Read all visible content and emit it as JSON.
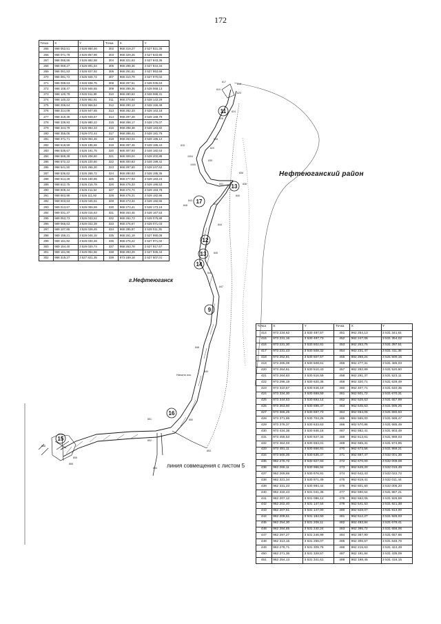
{
  "page": {
    "number": "172"
  },
  "labels": {
    "district": "Нефтеюганский район",
    "city": "г.Нефтеюганск",
    "combination_line": "линия совмещения с листом 5",
    "note": "Начало ось"
  },
  "table_headers": {
    "point": "Точка",
    "x": "X",
    "y": "Y"
  },
  "table_left": {
    "rows": [
      [
        "265",
        "968 052,51",
        "3 526 860,46",
        "302",
        "968 319,27",
        "3 527 821,35"
      ],
      [
        "266",
        "968 071,78",
        "3 526 867,98",
        "303",
        "968 329,25",
        "3 527 833,95"
      ],
      [
        "267",
        "968 065,56",
        "3 526 882,58",
        "304",
        "968 321,63",
        "3 527 843,36"
      ],
      [
        "268",
        "968 069,27",
        "3 526 891,54",
        "305",
        "968 298,36",
        "3 527 844,34"
      ],
      [
        "269",
        "968 051,53",
        "3 526 927,92",
        "306",
        "968 291,61",
        "3 527 863,69"
      ],
      [
        "270",
        "968 081,72",
        "3 526 926,72",
        "307",
        "968 310,79",
        "3 527 970,02"
      ],
      [
        "271",
        "968 099,63",
        "3 526 938,75",
        "308",
        "968 297,51",
        "3 528 036,63"
      ],
      [
        "272",
        "968 108,47",
        "3 526 946,65",
        "309",
        "968 289,36",
        "3 528 068,13"
      ],
      [
        "273",
        "968 120,79",
        "3 526 911,99",
        "310",
        "968 280,63",
        "3 528 088,31"
      ],
      [
        "274",
        "968 140,22",
        "3 526 951,61",
        "311",
        "968 274,84",
        "3 528 143,29"
      ],
      [
        "275",
        "968 206,64",
        "3 526 966,54",
        "312",
        "968 290,13",
        "3 528 156,48"
      ],
      [
        "276",
        "968 314,09",
        "3 526 947,65",
        "313",
        "968 282,33",
        "3 528 163,18"
      ],
      [
        "277",
        "968 319,36",
        "3 526 949,67",
        "314",
        "968 297,28",
        "3 528 168,79"
      ],
      [
        "278",
        "968 339,93",
        "3 526 980,22",
        "315",
        "968 298,17",
        "3 528 176,07"
      ],
      [
        "279",
        "968 344,79",
        "3 526 994,33",
        "316",
        "968 298,38",
        "3 528 183,82"
      ],
      [
        "280",
        "968 355,05",
        "3 526 072,44",
        "317",
        "968 288,41",
        "3 528 181,76"
      ],
      [
        "281",
        "968 371,71",
        "3 526 064,46",
        "318",
        "968 263,04",
        "3 528 186,12"
      ],
      [
        "282",
        "968 518,59",
        "3 526 185,65",
        "319",
        "968 287,46",
        "3 528 186,44"
      ],
      [
        "283",
        "968 535,67",
        "3 526 191,75",
        "320",
        "968 307,93",
        "3 528 182,63"
      ],
      [
        "284",
        "968 569,39",
        "3 526 208,60",
        "321",
        "968 309,04",
        "3 528 202,88"
      ],
      [
        "285",
        "968 572,22",
        "3 526 220,60",
        "322",
        "968 300,83",
        "3 528 199,42"
      ],
      [
        "286",
        "968 541,50",
        "3 526 266,30",
        "323",
        "968 287,60",
        "3 528 247,62"
      ],
      [
        "287",
        "968 536,62",
        "3 526 268,72",
        "324",
        "968 280,63",
        "3 528 195,35"
      ],
      [
        "288",
        "968 614,29",
        "3 526 230,95",
        "325",
        "968 277,93",
        "3 528 183,24"
      ],
      [
        "289",
        "968 612,75",
        "3 526 216,78",
        "326",
        "968 275,33",
        "3 528 186,53"
      ],
      [
        "290",
        "968 609,44",
        "3 526 211,54",
        "327",
        "968 274,74",
        "3 528 183,78"
      ],
      [
        "291",
        "968 563,98",
        "3 526 111,92",
        "328",
        "968 275,31",
        "3 528 182,96"
      ],
      [
        "292",
        "969 003,63",
        "3 526 045,51",
        "329",
        "968 273,34",
        "3 528 182,65"
      ],
      [
        "293",
        "969 013,67",
        "3 526 059,69",
        "330",
        "968 273,41",
        "3 528 173,19"
      ],
      [
        "294",
        "969 031,37",
        "3 526 016,63",
        "331",
        "968 263,45",
        "3 528 167,53"
      ],
      [
        "295",
        "969 053,73",
        "3 526 033,52",
        "332",
        "968 262,73",
        "3 528 076,88"
      ],
      [
        "296",
        "969 066,63",
        "3 526 022,39",
        "333",
        "968 276,67",
        "3 528 071,03"
      ],
      [
        "297",
        "969 107,85",
        "3 526 026,45",
        "334",
        "968 285,97",
        "3 528 011,35"
      ],
      [
        "298",
        "969 159,21",
        "3 526 046,16",
        "335",
        "968 261,19",
        "3 527 990,09"
      ],
      [
        "299",
        "969 161,92",
        "3 526 030,48",
        "336",
        "968 275,22",
        "3 527 971,02"
      ],
      [
        "300",
        "969 154,40",
        "3 526 020,74",
        "337",
        "968 263,78",
        "3 527 917,67"
      ],
      [
        "301",
        "969 161,96",
        "3 526 054,56",
        "338",
        "968 293,29",
        "3 527 936,43"
      ],
      [
        "302",
        "968 319,27",
        "3 527 821,35",
        "339",
        "973 189,18",
        "3 527 607,01"
      ]
    ]
  },
  "table_right": {
    "rows": [
      [
        "414",
        "973 234,62",
        "3 530 487,57",
        "451",
        "962 254,13",
        "3 531 341,61"
      ],
      [
        "415",
        "973 231,16",
        "3 530 497,73",
        "452",
        "962 247,06",
        "3 531 354,02"
      ],
      [
        "416",
        "973 231,30",
        "3 530 502,81",
        "453",
        "962 263,75",
        "3 531 397,51"
      ],
      [
        "417",
        "973 231,43",
        "3 530 508,32",
        "454",
        "962 231,47",
        "3 531 411,36"
      ],
      [
        "418",
        "973 262,81",
        "3 530 507,57",
        "455",
        "962 268,24",
        "3 531 500,15"
      ],
      [
        "419",
        "973 265,08",
        "3 530 508,61",
        "456",
        "962 277,31",
        "3 531 485,03"
      ],
      [
        "420",
        "973 264,61",
        "3 530 510,43",
        "457",
        "962 282,89",
        "3 531 520,60"
      ],
      [
        "421",
        "973 264,83",
        "3 530 516,59",
        "458",
        "962 291,37",
        "3 531 523,11"
      ],
      [
        "422",
        "973 296,19",
        "3 530 620,35",
        "459",
        "962 320,71",
        "3 531 628,49"
      ],
      [
        "423",
        "973 310,57",
        "3 530 646,19",
        "460",
        "962 407,71",
        "3 531 640,35"
      ],
      [
        "424",
        "973 334,30",
        "3 530 659,59",
        "461",
        "962 501,72",
        "3 531 670,31"
      ],
      [
        "425",
        "973 344,53",
        "3 530 694,14",
        "462",
        "962 525,63",
        "3 531 657,99"
      ],
      [
        "426",
        "973 363,60",
        "3 530 698,47",
        "463",
        "962 545,53",
        "3 531 695,25"
      ],
      [
        "427",
        "973 366,25",
        "3 530 697,73",
        "464",
        "962 554,06",
        "3 531 660,63"
      ],
      [
        "428",
        "973 371,96",
        "3 530 704,26",
        "465",
        "962 565,00",
        "3 531 688,47"
      ],
      [
        "429",
        "973 378,37",
        "3 530 633,63",
        "466",
        "962 570,86",
        "3 531 685,49"
      ],
      [
        "430",
        "973 434,38",
        "3 530 846,18",
        "467",
        "962 582,41",
        "3 531 903,49"
      ],
      [
        "431",
        "973 456,53",
        "3 530 847,34",
        "468",
        "962 613,61",
        "3 531 989,03"
      ],
      [
        "432",
        "973 464,03",
        "3 530 653,01",
        "469",
        "962 665,31",
        "3 531 974,95"
      ],
      [
        "433",
        "973 491,11",
        "3 530 656,91",
        "470",
        "962 673,56",
        "3 531 959,21"
      ],
      [
        "434",
        "973 565,06",
        "3 530 636,47",
        "471",
        "962 687,47",
        "3 532 001,35"
      ],
      [
        "435",
        "962 276,72",
        "3 530 927,93",
        "472",
        "962 670,00",
        "3 532 009,08"
      ],
      [
        "436",
        "962 266,11",
        "3 530 966,94",
        "473",
        "962 649,20",
        "3 532 016,48"
      ],
      [
        "437",
        "962 269,66",
        "3 530 976,91",
        "474",
        "962 642,43",
        "3 532 022,72"
      ],
      [
        "438",
        "962 321,34",
        "3 530 971,49",
        "475",
        "962 619,41",
        "3 532 011,44"
      ],
      [
        "439",
        "962 331,23",
        "3 530 994,44",
        "476",
        "962 601,60",
        "3 532 005,20"
      ],
      [
        "440",
        "962 318,43",
        "3 531 041,35",
        "477",
        "962 590,54",
        "3 531 987,21"
      ],
      [
        "441",
        "962 207,12",
        "3 531 086,12",
        "478",
        "962 552,06",
        "3 531 926,59"
      ],
      [
        "442",
        "962 202,40",
        "3 531 147,54",
        "479",
        "962 541,53",
        "3 531 921,38"
      ],
      [
        "443",
        "962 207,51",
        "3 531 147,00",
        "480",
        "962 528,07",
        "3 531 913,00"
      ],
      [
        "444",
        "962 209,61",
        "3 531 184,50",
        "481",
        "962 512,27",
        "3 531 926,03"
      ],
      [
        "445",
        "962 254,30",
        "3 531 209,11",
        "482",
        "962 483,84",
        "3 531 679,41"
      ],
      [
        "446",
        "962 284,85",
        "3 531 240,24",
        "483",
        "962 395,72",
        "3 531 656,06"
      ],
      [
        "447",
        "962 297,27",
        "3 531 246,99",
        "484",
        "962 367,90",
        "3 531 657,66"
      ],
      [
        "448",
        "962 313,15",
        "3 531 256,07",
        "485",
        "962 306,57",
        "3 531 648,76"
      ],
      [
        "449",
        "962 278,71",
        "3 531 309,76",
        "486",
        "962 215,63",
        "3 531 424,49"
      ],
      [
        "450",
        "962 271,36",
        "3 531 328,57",
        "487",
        "962 191,84",
        "3 531 435,09"
      ],
      [
        "451",
        "962 254,13",
        "3 531 341,61",
        "488",
        "962 198,45",
        "3 531 416,15"
      ]
    ]
  },
  "map": {
    "circle_markers": [
      "11",
      "13",
      "17",
      "12",
      "13",
      "14",
      "9",
      "16",
      "15"
    ],
    "point_labels": [
      "817",
      "818",
      "819",
      "820",
      "824",
      "826",
      "828",
      "829",
      "815",
      "1004",
      "835",
      "1005",
      "836",
      "838",
      "840",
      "841",
      "842",
      "843",
      "844",
      "845",
      "846",
      "847",
      "848",
      "849",
      "850",
      "851",
      "852",
      "853",
      "854",
      "855",
      "865",
      "866",
      "848"
    ]
  }
}
